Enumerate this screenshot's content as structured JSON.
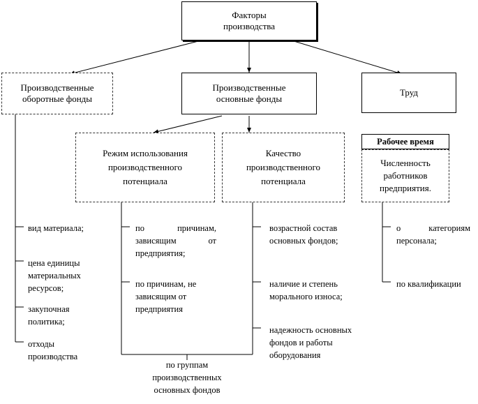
{
  "nodes": {
    "root": "Факторы производства",
    "working_assets": "Производственные оборотные фонды",
    "fixed_assets": "Производственные основные фонды",
    "labor": "Труд",
    "usage_mode": "Режим использования производственного потенциала",
    "quality": "Качество производственного потенциала",
    "work_time": "Рабочее время",
    "headcount": "Численность работников предприятия."
  },
  "lists": {
    "working_assets_items": [
      "вид материала;",
      "цена единицы материальных ресурсов;",
      "закупочная политика;",
      "отходы производства"
    ],
    "usage_mode_items": [
      "по причинам, зависящим от предприятия;",
      "по причинам, не зависящим от предприятия"
    ],
    "quality_items": [
      "возрастной состав основных фондов;",
      "наличие и степень морального износа;",
      "надежность основных фондов и работы оборудования"
    ],
    "headcount_items": [
      "о категориям персонала;",
      "по квалификации"
    ],
    "fixed_assets_footer": "по группам производственных основных фондов"
  }
}
